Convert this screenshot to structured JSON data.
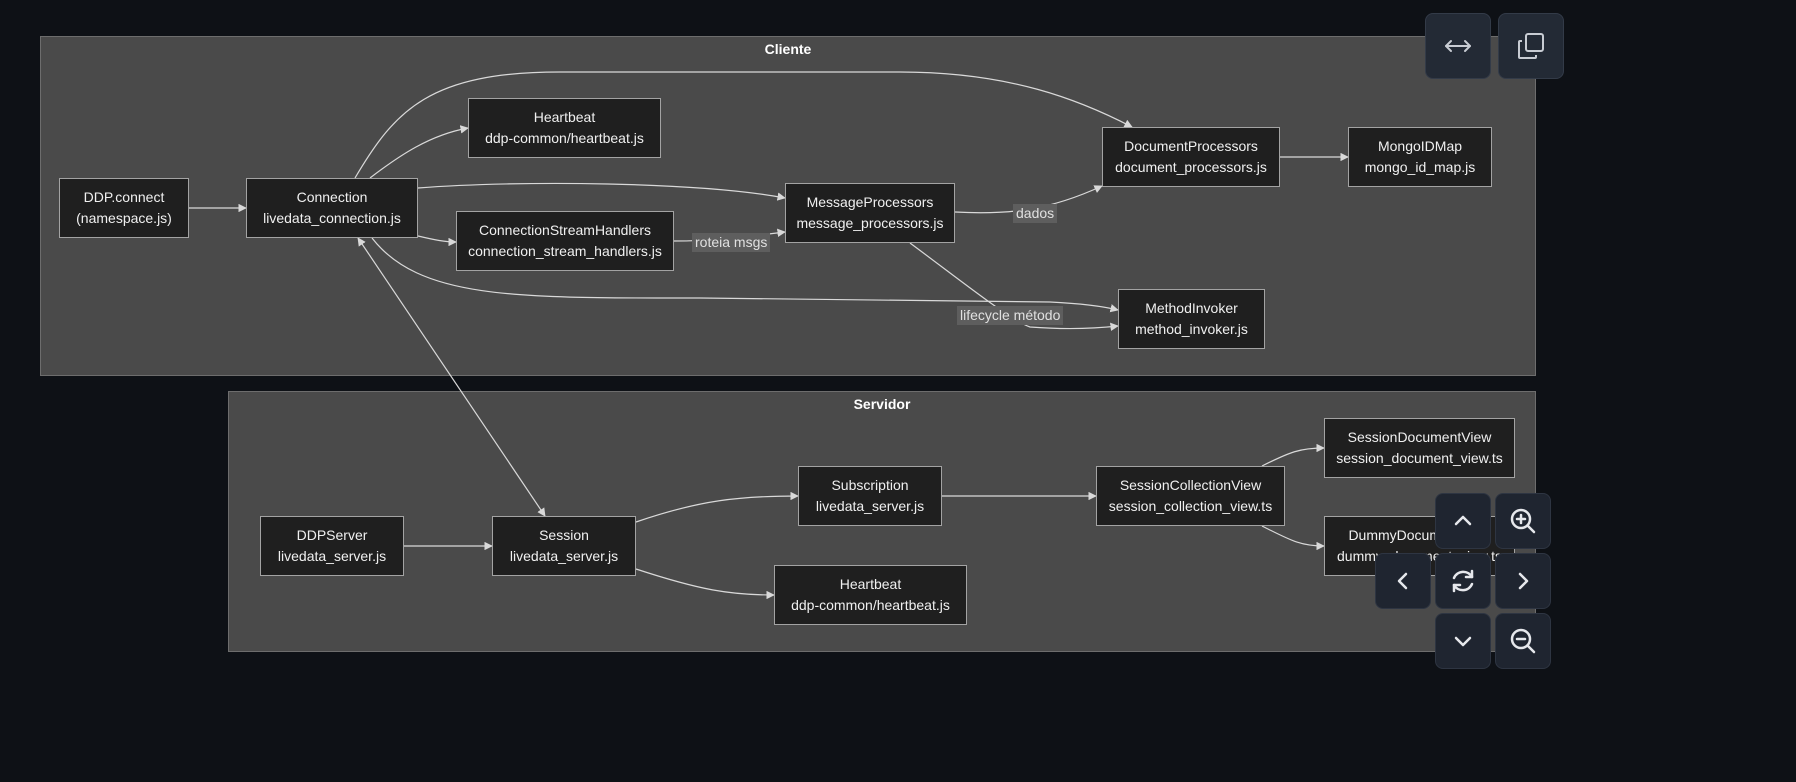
{
  "clusters": {
    "client": "Cliente",
    "server": "Servidor"
  },
  "nodes": {
    "ddp_connect": {
      "name": "DDP.connect",
      "file": "(namespace.js)"
    },
    "connection": {
      "name": "Connection",
      "file": "livedata_connection.js"
    },
    "heartbeat_client": {
      "name": "Heartbeat",
      "file": "ddp-common/heartbeat.js"
    },
    "stream_handlers": {
      "name": "ConnectionStreamHandlers",
      "file": "connection_stream_handlers.js"
    },
    "message_processors": {
      "name": "MessageProcessors",
      "file": "message_processors.js"
    },
    "document_processors": {
      "name": "DocumentProcessors",
      "file": "document_processors.js"
    },
    "mongo_id_map": {
      "name": "MongoIDMap",
      "file": "mongo_id_map.js"
    },
    "method_invoker": {
      "name": "MethodInvoker",
      "file": "method_invoker.js"
    },
    "ddp_server": {
      "name": "DDPServer",
      "file": "livedata_server.js"
    },
    "session": {
      "name": "Session",
      "file": "livedata_server.js"
    },
    "subscription": {
      "name": "Subscription",
      "file": "livedata_server.js"
    },
    "heartbeat_server": {
      "name": "Heartbeat",
      "file": "ddp-common/heartbeat.js"
    },
    "session_collection_view": {
      "name": "SessionCollectionView",
      "file": "session_collection_view.ts"
    },
    "session_document_view": {
      "name": "SessionDocumentView",
      "file": "session_document_view.ts"
    },
    "dummy_document_view": {
      "name": "DummyDocumentView",
      "file": "dummy_document_view.ts"
    }
  },
  "edge_labels": {
    "routes": "roteia msgs",
    "data": "dados",
    "lifecycle": "lifecycle método"
  },
  "controls": {
    "fit_icon": "horizontal-arrows-icon",
    "copy_icon": "copy-icon",
    "zoom_in_icon": "zoom-in-icon",
    "zoom_out_icon": "zoom-out-icon",
    "pan_up_icon": "chevron-up-icon",
    "pan_down_icon": "chevron-down-icon",
    "pan_left_icon": "chevron-left-icon",
    "pan_right_icon": "chevron-right-icon",
    "reset_icon": "reset-icon"
  },
  "colors": {
    "background": "#0e1116",
    "cluster": "#4a4a4a",
    "node": "#1f1f1f",
    "edge": "#d9d9d9"
  }
}
